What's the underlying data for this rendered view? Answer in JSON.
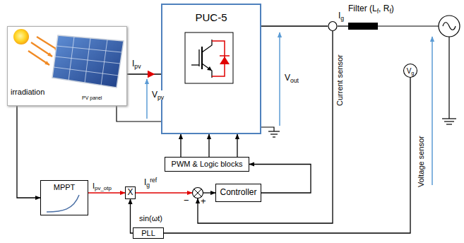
{
  "diagram": {
    "nodes": [
      {
        "text": [
          "irradiation",
          "PV panel"
        ]
      },
      {
        "text": [
          "PUC-5"
        ]
      },
      {
        "text": [
          "Current sensor"
        ]
      },
      {
        "text": [
          "Filter (Lf, Rf)"
        ]
      },
      {
        "text": [
          "Vg",
          "Voltage sensor"
        ]
      },
      {
        "text": [
          "PWM & Logic blocks"
        ]
      },
      {
        "text": [
          "MPPT"
        ]
      },
      {
        "text": [
          "X"
        ]
      },
      {
        "text": [
          "−",
          "+"
        ]
      },
      {
        "text": [
          "Controller"
        ]
      },
      {
        "text": [
          "PLL"
        ]
      }
    ],
    "edges": [
      {
        "from": 0,
        "to": 1,
        "arrow": "to",
        "label": "Ipv"
      },
      {
        "from": 1,
        "to": 2,
        "arrow": "none"
      },
      {
        "from": 2,
        "to": 3,
        "arrow": "none",
        "label": "Ig"
      },
      {
        "from": 0,
        "to": 6,
        "arrow": "to"
      },
      {
        "from": 6,
        "to": 7,
        "arrow": "to",
        "label": "Ipv_otp"
      },
      {
        "from": 7,
        "to": 8,
        "arrow": "to",
        "label": "Igref"
      },
      {
        "from": 8,
        "to": 9,
        "arrow": "to"
      },
      {
        "from": 9,
        "to": 5,
        "arrow": "to"
      },
      {
        "from": 5,
        "to": 1,
        "arrow": "to"
      },
      {
        "from": 5,
        "to": 1,
        "arrow": "to"
      },
      {
        "from": 5,
        "to": 1,
        "arrow": "to"
      },
      {
        "from": 10,
        "to": 7,
        "arrow": "to",
        "label": "sin(ωt)"
      },
      {
        "from": 4,
        "to": 10,
        "arrow": "none"
      },
      {
        "from": 2,
        "to": 8,
        "arrow": "to"
      }
    ],
    "labels": [
      "Vpv",
      "Vout"
    ]
  }
}
